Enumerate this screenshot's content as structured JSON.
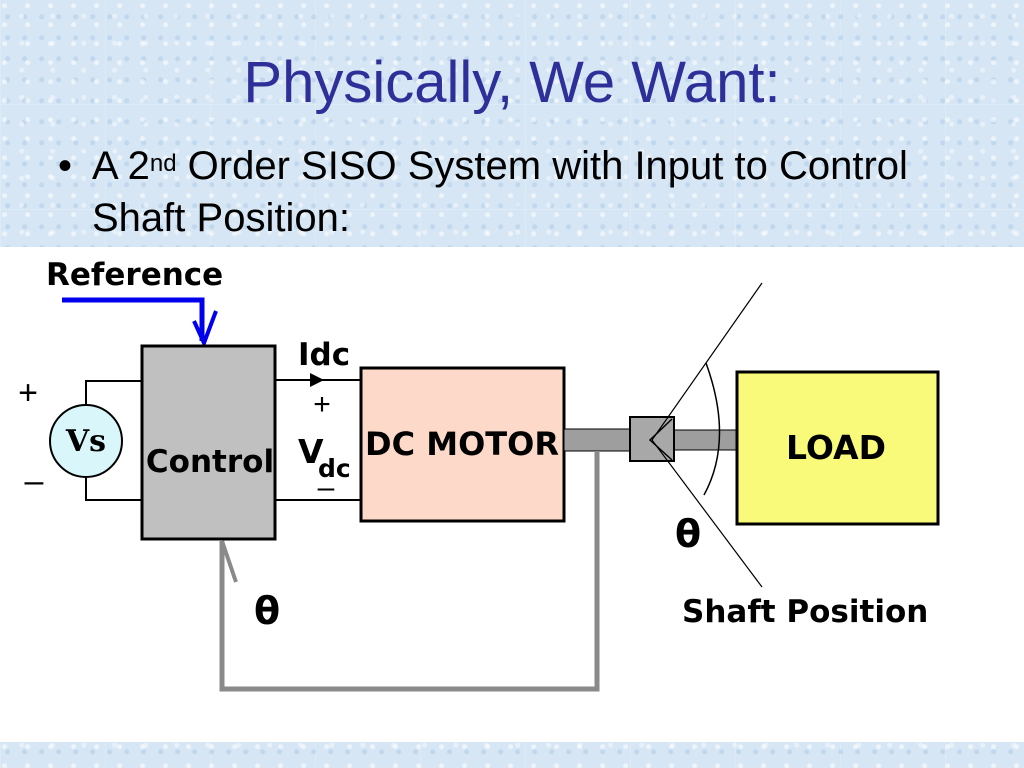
{
  "slide": {
    "title": "Physically, We Want:",
    "bullet_symbol": "•",
    "bullet_pre": "A 2",
    "bullet_sup": "nd",
    "bullet_post": " Order SISO System with Input to Control Shaft Position:"
  },
  "diagram": {
    "reference_label": "Reference",
    "source_label": "Vs",
    "plus_sign": "+",
    "minus_sign": "–",
    "control_label": "Control",
    "current_label": "Idc",
    "voltage_label_main": "V",
    "voltage_label_sub": "dc",
    "motor_label": "DC MOTOR",
    "load_label": "LOAD",
    "theta_feedback": "θ",
    "theta_shaft": "θ",
    "shaft_position_label": "Shaft Position",
    "colors": {
      "title": "#2f2f99",
      "reference_line": "#0000ee",
      "control_fill": "#c0c0c0",
      "motor_fill": "#fcd9c8",
      "load_fill": "#f9f97a",
      "source_fill": "#d9f7fb",
      "shaft": "#9e9e9e",
      "feedback_line": "#8a8a8a"
    }
  }
}
